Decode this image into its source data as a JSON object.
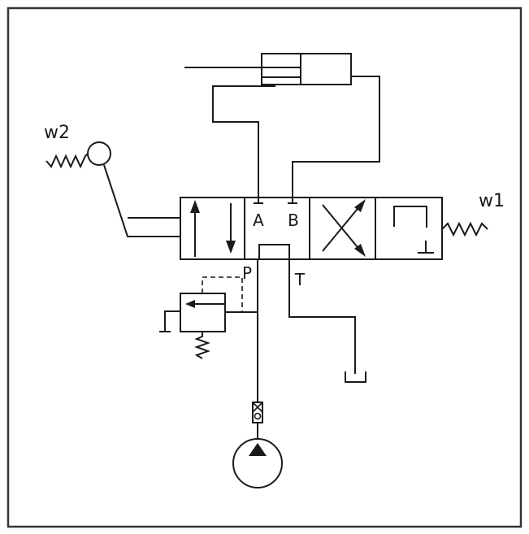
{
  "diagram": {
    "labels": {
      "w2": "w2",
      "w1": "w1",
      "port_a": "A",
      "port_b": "B",
      "port_p": "P",
      "port_t": "T"
    },
    "colors": {
      "line": "#1a1a1a",
      "frame": "#333333",
      "background": "#ffffff"
    }
  }
}
